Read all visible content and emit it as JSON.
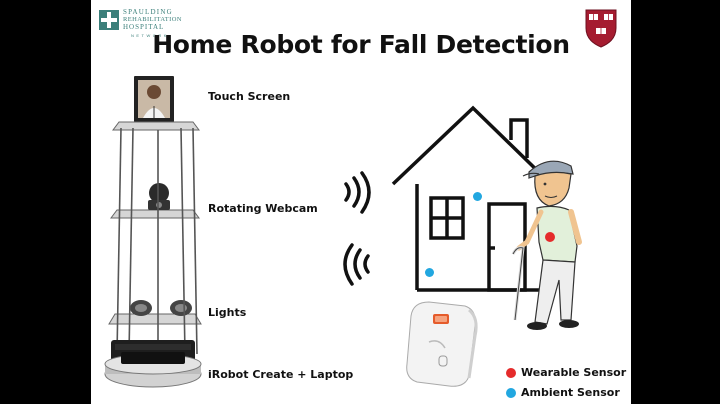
{
  "slide": {
    "title": "Home Robot for Fall Detection",
    "logo": {
      "line1": "SPAULDING",
      "line2": "REHABILITATION",
      "line3": "HOSPITAL",
      "line4": "NETWORK"
    },
    "robot_labels": {
      "touch_screen": "Touch Screen",
      "webcam": "Rotating Webcam",
      "lights": "Lights",
      "base": "iRobot Create + Laptop"
    },
    "legend": {
      "wearable": "Wearable Sensor",
      "ambient": "Ambient Sensor"
    },
    "colors": {
      "wearable": "#e52b2b",
      "ambient": "#22a7e0",
      "teal": "#3b7f7a",
      "harvard_red": "#a51c30"
    }
  }
}
